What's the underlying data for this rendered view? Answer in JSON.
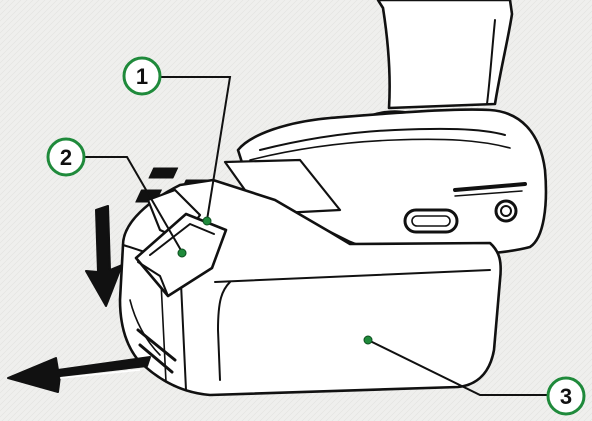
{
  "callouts": [
    {
      "id": "callout-1",
      "label": "1",
      "color": "#1f8a3b"
    },
    {
      "id": "callout-2",
      "label": "2",
      "color": "#1f8a3b"
    },
    {
      "id": "callout-3",
      "label": "3",
      "color": "#1f8a3b"
    }
  ],
  "colors": {
    "background": "#efefed",
    "ink": "#111111",
    "callout_ring": "#1f8a3b",
    "marker_dot": "#1f8a3b"
  },
  "icons": [
    "arrow-down-icon",
    "arrow-left-icon"
  ]
}
